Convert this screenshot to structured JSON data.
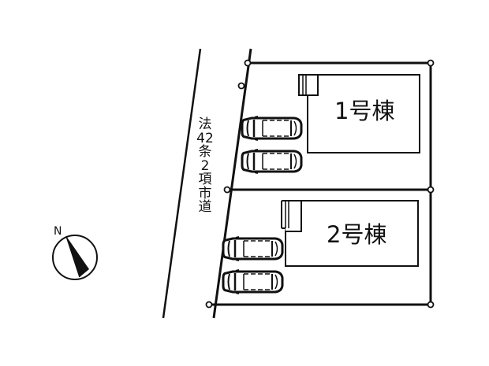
{
  "site_plan": {
    "road": {
      "label_chars": [
        "法",
        "42",
        "条",
        "2",
        "項",
        "市",
        "道"
      ],
      "label": "法42条2項市道"
    },
    "buildings": [
      {
        "id": "building-1",
        "label": "1号棟",
        "parking_spaces": 2
      },
      {
        "id": "building-2",
        "label": "2号棟",
        "parking_spaces": 2
      }
    ],
    "compass": {
      "label": "N"
    },
    "colors": {
      "line": "#111111",
      "background": "#ffffff"
    }
  }
}
